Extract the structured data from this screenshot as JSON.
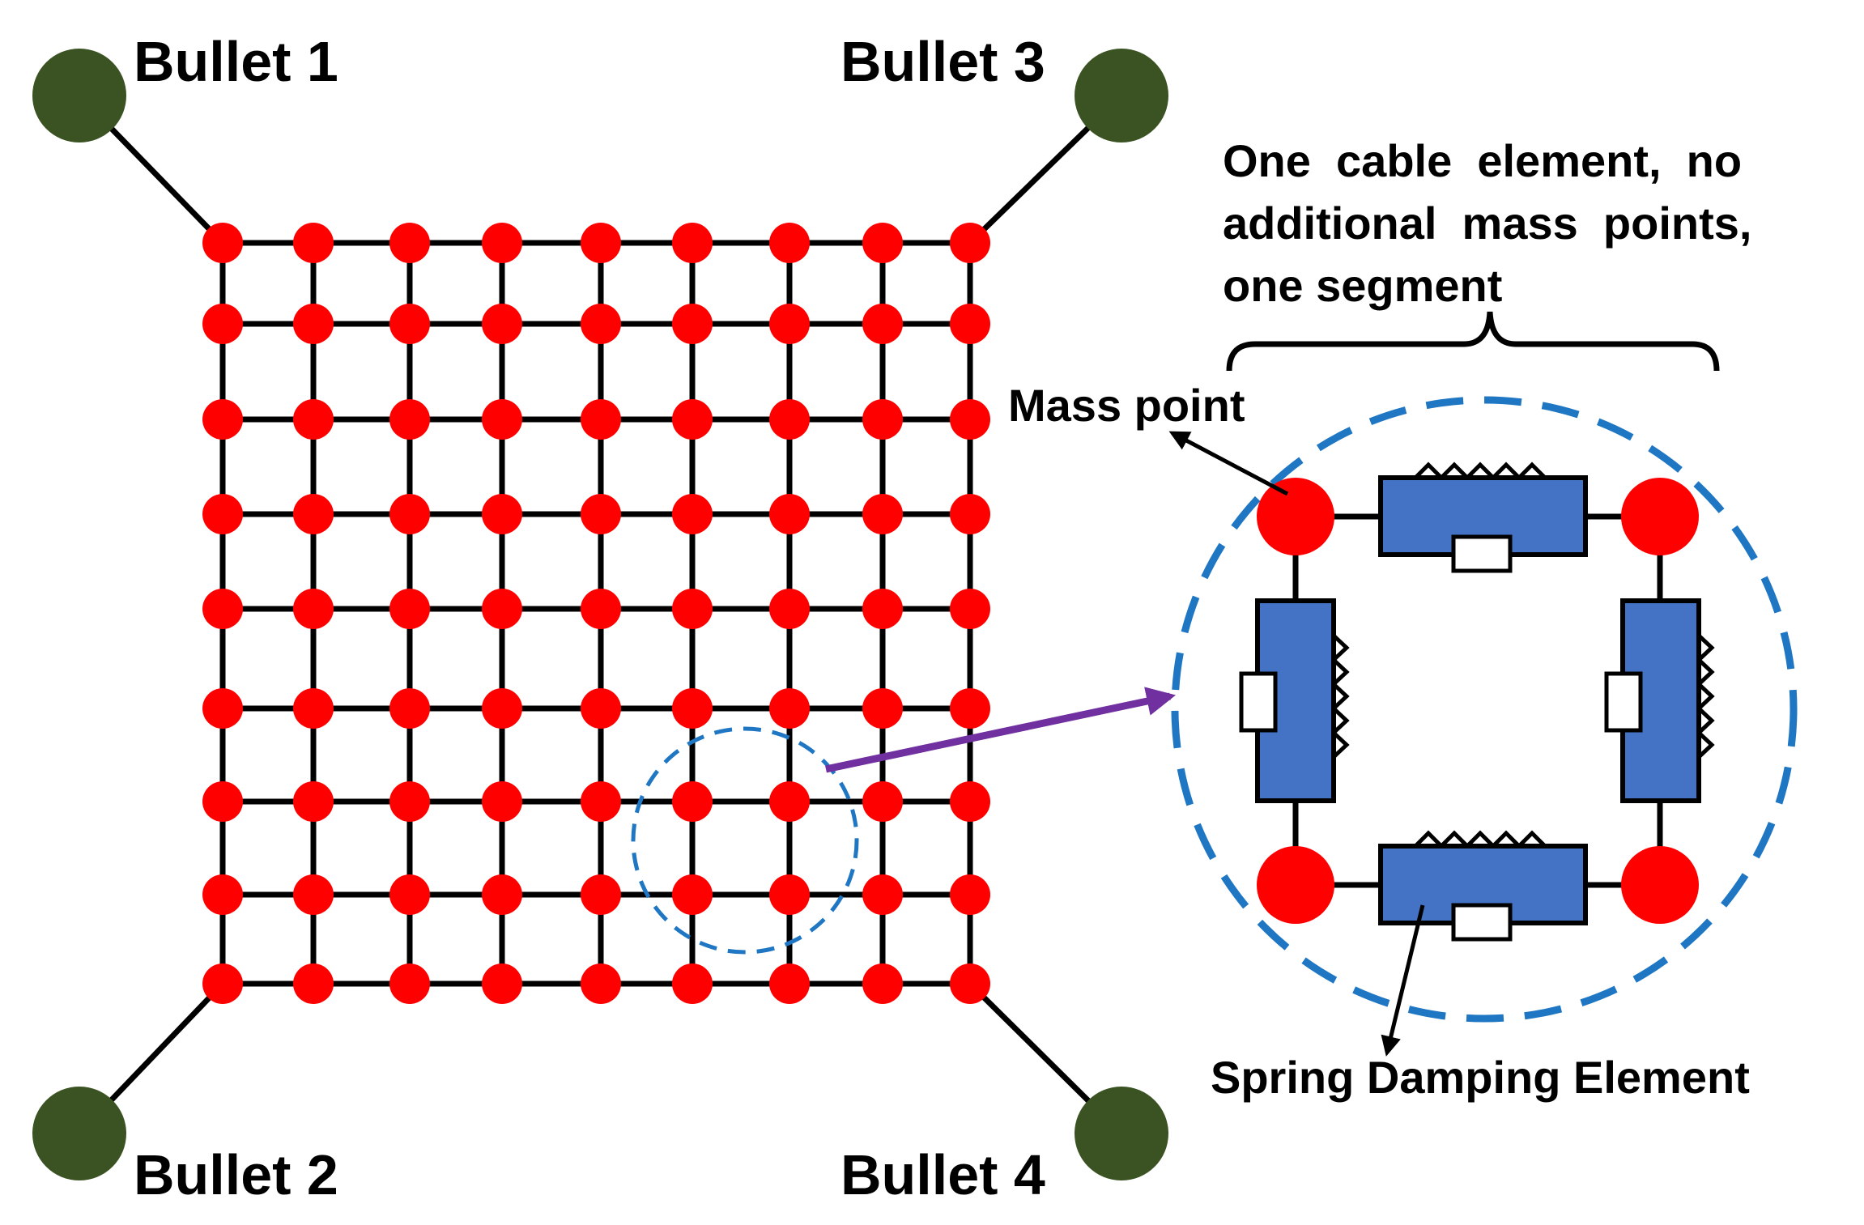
{
  "labels": {
    "bullet1": "Bullet 1",
    "bullet2": "Bullet 2",
    "bullet3": "Bullet 3",
    "bullet4": "Bullet 4",
    "cable_line1": "One  cable  element,  no",
    "cable_line2": "additional  mass  points,",
    "cable_line3": "one segment",
    "mass_point": "Mass point",
    "spring_damping": "Spring Damping Element"
  },
  "net": {
    "rows": 9,
    "cols": 9
  },
  "colors": {
    "mass_point": "#ff0000",
    "bullet": "#3b5323",
    "line": "#000000",
    "element_fill": "#4472c4",
    "dashed_circle": "#1f77c4",
    "pointer_arrow": "#7030a0"
  }
}
